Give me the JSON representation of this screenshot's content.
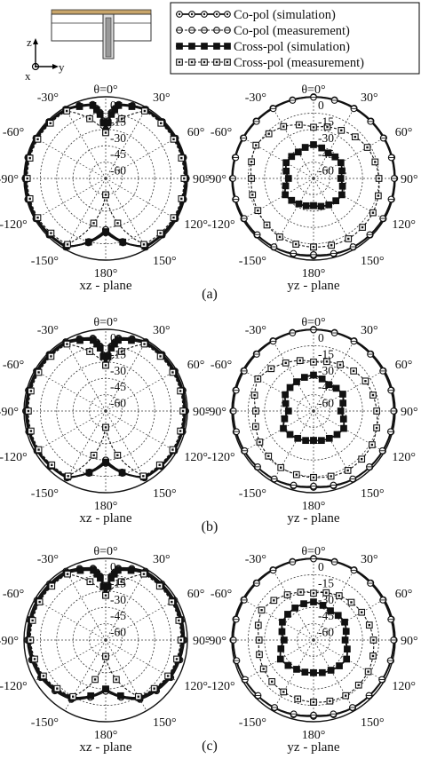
{
  "legend": {
    "entries": [
      {
        "label": "Co-pol (simulation)",
        "marker": "circle-filled"
      },
      {
        "label": "Co-pol (measurement)",
        "marker": "circle-open"
      },
      {
        "label": "Cross-pol (simulation)",
        "marker": "square-filled"
      },
      {
        "label": "Cross-pol (measurement)",
        "marker": "square-open"
      }
    ]
  },
  "inset": {
    "axis_z": "z",
    "axis_y": "y",
    "axis_x": "x"
  },
  "angle_labels": {
    "top": "θ=0°",
    "p30": "30°",
    "p60": "60°",
    "p90": "90°",
    "p120": "120°",
    "p150": "150°",
    "bottom": "180°",
    "m30": "-30°",
    "m60": "-60°",
    "m90": "-90°",
    "m120": "-120°",
    "m150": "-150°"
  },
  "radial_labels": [
    "0",
    "-15",
    "-30",
    "-45",
    "-60"
  ],
  "panels": [
    {
      "label": "(a)",
      "left_plane": "xz - plane",
      "right_plane": "yz - plane"
    },
    {
      "label": "(b)",
      "left_plane": "xz - plane",
      "right_plane": "yz - plane"
    },
    {
      "label": "(c)",
      "left_plane": "xz - plane",
      "right_plane": "yz - plane"
    }
  ],
  "chart_data": [
    {
      "type": "polar",
      "panel": "(a)",
      "plane": "xz - plane",
      "r_ticks": [
        0,
        -15,
        -30,
        -45,
        -60
      ],
      "r_range": [
        -75,
        0
      ],
      "theta_ticks_deg": [
        -150,
        -120,
        -90,
        -60,
        -30,
        0,
        30,
        60,
        90,
        120,
        150,
        180
      ],
      "series": [
        {
          "name": "Co-pol (simulation)",
          "theta": [
            -180,
            -150,
            -120,
            -90,
            -60,
            -30,
            -10,
            -5,
            0,
            5,
            10,
            30,
            60,
            90,
            120,
            150,
            180
          ],
          "r": [
            -28,
            -2,
            -1,
            -1,
            -1,
            -1.5,
            -6,
            -14,
            -30,
            -14,
            -6,
            -1.5,
            -1,
            -1,
            -1,
            -2,
            -28
          ]
        },
        {
          "name": "Co-pol (measurement)",
          "theta": [
            -180,
            -150,
            -120,
            -90,
            -60,
            -30,
            -10,
            -5,
            0,
            5,
            10,
            30,
            60,
            90,
            120,
            150,
            180
          ],
          "r": [
            -25,
            -2.5,
            -1.5,
            -1.5,
            -1.5,
            -2,
            -7,
            -15,
            -31,
            -15,
            -7,
            -2,
            -1.5,
            -1.5,
            -1.5,
            -2.5,
            -25
          ]
        },
        {
          "name": "Cross-pol (simulation)",
          "theta": [
            -180,
            -150,
            -120,
            -90,
            -60,
            -30,
            -10,
            -5,
            0,
            5,
            10,
            30,
            60,
            90,
            120,
            150,
            180
          ],
          "r": [
            -26,
            -3,
            -2,
            -2,
            -2,
            -2.5,
            -7,
            -16,
            -32,
            -16,
            -7,
            -2.5,
            -2,
            -2,
            -2,
            -3,
            -26
          ]
        },
        {
          "name": "Cross-pol (measurement)",
          "theta": [
            -180,
            -150,
            -120,
            -90,
            -60,
            -30,
            0,
            30,
            60,
            90,
            120,
            150,
            180
          ],
          "r": [
            -60,
            -5,
            -3,
            -3,
            -3,
            -3.5,
            -33,
            -3.5,
            -3,
            -3,
            -3,
            -5,
            -60
          ]
        }
      ]
    },
    {
      "type": "polar",
      "panel": "(a)",
      "plane": "yz - plane",
      "r_ticks": [
        0,
        -15,
        -30,
        -45,
        -60
      ],
      "r_range": [
        -75,
        0
      ],
      "theta_ticks_deg": [
        -150,
        -120,
        -90,
        -60,
        -30,
        0,
        30,
        60,
        90,
        120,
        150,
        180
      ],
      "series": [
        {
          "name": "Co-pol (simulation)",
          "theta": [
            -180,
            -150,
            -120,
            -90,
            -60,
            -30,
            0,
            30,
            60,
            90,
            120,
            150,
            180
          ],
          "r": [
            -4,
            -2,
            -1,
            -0.5,
            -0.5,
            -0.5,
            0,
            -0.5,
            -0.5,
            -0.5,
            -1,
            -2,
            -4
          ]
        },
        {
          "name": "Co-pol (measurement)",
          "theta": [
            -180,
            -150,
            -120,
            -90,
            -60,
            -30,
            0,
            30,
            60,
            90,
            120,
            150,
            180
          ],
          "r": [
            -5,
            -2.5,
            -1.5,
            -1,
            -1,
            -1,
            -0.5,
            -1,
            -1,
            -1,
            -1.5,
            -2.5,
            -5
          ]
        },
        {
          "name": "Cross-pol (simulation)",
          "theta": [
            -180,
            -150,
            -120,
            -90,
            -60,
            -30,
            0,
            30,
            60,
            90,
            120,
            150,
            180
          ],
          "r": [
            -50,
            -48,
            -45,
            -52,
            -46,
            -47,
            -44,
            -48,
            -46,
            -50,
            -45,
            -47,
            -50
          ]
        },
        {
          "name": "Cross-pol (measurement)",
          "theta": [
            -180,
            -150,
            -120,
            -90,
            -60,
            -30,
            0,
            30,
            60,
            90,
            120,
            150,
            180
          ],
          "r": [
            -12,
            -13,
            -16,
            -18,
            -14,
            -20,
            -28,
            -24,
            -18,
            -15,
            -12,
            -11,
            -12
          ]
        }
      ]
    },
    {
      "type": "polar",
      "panel": "(b)",
      "plane": "xz - plane",
      "r_ticks": [
        0,
        -15,
        -30,
        -45,
        -60
      ],
      "r_range": [
        -75,
        0
      ],
      "theta_ticks_deg": [
        -150,
        -120,
        -90,
        -60,
        -30,
        0,
        30,
        60,
        90,
        120,
        150,
        180
      ],
      "series": [
        {
          "name": "Co-pol (simulation)",
          "theta": [
            -180,
            -150,
            -120,
            -90,
            -60,
            -30,
            -10,
            -5,
            0,
            5,
            10,
            30,
            60,
            90,
            120,
            150,
            180
          ],
          "r": [
            -30,
            -4,
            -2,
            -1.5,
            -1.5,
            -1.5,
            -7,
            -15,
            -32,
            -15,
            -7,
            -1.5,
            -1.5,
            -1.5,
            -2,
            -4,
            -30
          ]
        },
        {
          "name": "Co-pol (measurement)",
          "theta": [
            -180,
            -150,
            -120,
            -90,
            -60,
            -30,
            -10,
            -5,
            0,
            5,
            10,
            30,
            60,
            90,
            120,
            150,
            180
          ],
          "r": [
            -27,
            -4.5,
            -2.5,
            -2,
            -2,
            -2,
            -8,
            -16,
            -32,
            -16,
            -8,
            -2,
            -2,
            -2,
            -2.5,
            -4.5,
            -27
          ]
        },
        {
          "name": "Cross-pol (simulation)",
          "theta": [
            -180,
            -150,
            -120,
            -90,
            -60,
            -30,
            -10,
            -5,
            0,
            5,
            10,
            30,
            60,
            90,
            120,
            150,
            180
          ],
          "r": [
            -28,
            -5,
            -3,
            -3,
            -3,
            -3,
            -9,
            -17,
            -33,
            -17,
            -9,
            -3,
            -3,
            -3,
            -3,
            -5,
            -28
          ]
        },
        {
          "name": "Cross-pol (measurement)",
          "theta": [
            -180,
            -150,
            -120,
            -90,
            -60,
            -30,
            0,
            30,
            60,
            90,
            120,
            150,
            180
          ],
          "r": [
            -60,
            -6,
            -4,
            -4,
            -4,
            -4,
            -33,
            -4,
            -4,
            -4,
            -4,
            -6,
            -60
          ]
        }
      ]
    },
    {
      "type": "polar",
      "panel": "(b)",
      "plane": "yz - plane",
      "r_ticks": [
        0,
        -15,
        -30,
        -45,
        -60
      ],
      "r_range": [
        -75,
        0
      ],
      "theta_ticks_deg": [
        -150,
        -120,
        -90,
        -60,
        -30,
        0,
        30,
        60,
        90,
        120,
        150,
        180
      ],
      "series": [
        {
          "name": "Co-pol (simulation)",
          "theta": [
            -180,
            -150,
            -120,
            -90,
            -60,
            -30,
            0,
            30,
            60,
            90,
            120,
            150,
            180
          ],
          "r": [
            -5,
            -2.5,
            -1.5,
            -1,
            -1,
            -0.5,
            0,
            -0.5,
            -1,
            -1,
            -1.5,
            -2.5,
            -5
          ]
        },
        {
          "name": "Co-pol (measurement)",
          "theta": [
            -180,
            -150,
            -120,
            -90,
            -60,
            -30,
            0,
            30,
            60,
            90,
            120,
            150,
            180
          ],
          "r": [
            -6,
            -3,
            -2,
            -1.5,
            -1.5,
            -1,
            -0.5,
            -1,
            -1.5,
            -1.5,
            -2,
            -3,
            -6
          ]
        },
        {
          "name": "Cross-pol (simulation)",
          "theta": [
            -180,
            -150,
            -120,
            -90,
            -60,
            -30,
            0,
            30,
            60,
            90,
            120,
            150,
            180
          ],
          "r": [
            -48,
            -46,
            -43,
            -52,
            -45,
            -44,
            -42,
            -47,
            -44,
            -50,
            -43,
            -46,
            -48
          ]
        },
        {
          "name": "Cross-pol (measurement)",
          "theta": [
            -180,
            -150,
            -120,
            -90,
            -60,
            -30,
            0,
            30,
            60,
            90,
            120,
            150,
            180
          ],
          "r": [
            -14,
            -15,
            -18,
            -22,
            -16,
            -24,
            -30,
            -26,
            -20,
            -17,
            -13,
            -12,
            -14
          ]
        }
      ]
    },
    {
      "type": "polar",
      "panel": "(c)",
      "plane": "xz - plane",
      "r_ticks": [
        0,
        -15,
        -30,
        -45,
        -60
      ],
      "r_range": [
        -75,
        0
      ],
      "theta_ticks_deg": [
        -150,
        -120,
        -90,
        -60,
        -30,
        0,
        30,
        60,
        90,
        120,
        150,
        180
      ],
      "series": [
        {
          "name": "Co-pol (simulation)",
          "theta": [
            -180,
            -150,
            -120,
            -90,
            -60,
            -30,
            -10,
            -5,
            0,
            5,
            10,
            30,
            60,
            90,
            120,
            150,
            180
          ],
          "r": [
            -30,
            -12,
            -6,
            -3,
            -2,
            -2,
            -8,
            -16,
            -33,
            -16,
            -8,
            -2,
            -2,
            -3,
            -6,
            -12,
            -30
          ]
        },
        {
          "name": "Co-pol (measurement)",
          "theta": [
            -180,
            -150,
            -120,
            -90,
            -60,
            -30,
            -10,
            -5,
            0,
            5,
            10,
            30,
            60,
            90,
            120,
            150,
            180
          ],
          "r": [
            -28,
            -13,
            -7,
            -4,
            -3,
            -3,
            -9,
            -17,
            -33,
            -17,
            -9,
            -3,
            -3,
            -4,
            -7,
            -13,
            -28
          ]
        },
        {
          "name": "Cross-pol (simulation)",
          "theta": [
            -180,
            -150,
            -120,
            -90,
            -60,
            -30,
            -10,
            -5,
            0,
            5,
            10,
            30,
            60,
            90,
            120,
            150,
            180
          ],
          "r": [
            -30,
            -14,
            -8,
            -5,
            -4,
            -4,
            -10,
            -18,
            -34,
            -18,
            -10,
            -4,
            -4,
            -5,
            -8,
            -14,
            -30
          ]
        },
        {
          "name": "Cross-pol (measurement)",
          "theta": [
            -180,
            -150,
            -120,
            -90,
            -60,
            -30,
            0,
            30,
            60,
            90,
            120,
            150,
            180
          ],
          "r": [
            -60,
            -15,
            -9,
            -6,
            -5,
            -5,
            -34,
            -5,
            -5,
            -6,
            -9,
            -15,
            -60
          ]
        }
      ]
    },
    {
      "type": "polar",
      "panel": "(c)",
      "plane": "yz - plane",
      "r_ticks": [
        0,
        -15,
        -30,
        -45,
        -60
      ],
      "r_range": [
        -75,
        0
      ],
      "theta_ticks_deg": [
        -150,
        -120,
        -90,
        -60,
        -30,
        0,
        30,
        60,
        90,
        120,
        150,
        180
      ],
      "series": [
        {
          "name": "Co-pol (simulation)",
          "theta": [
            -180,
            -150,
            -120,
            -90,
            -60,
            -30,
            0,
            30,
            60,
            90,
            120,
            150,
            180
          ],
          "r": [
            -5,
            -3,
            -2,
            -1,
            -1,
            -0.5,
            0,
            -0.5,
            -1,
            -1,
            -2,
            -3,
            -5
          ]
        },
        {
          "name": "Co-pol (measurement)",
          "theta": [
            -180,
            -150,
            -120,
            -90,
            -60,
            -30,
            0,
            30,
            60,
            90,
            120,
            150,
            180
          ],
          "r": [
            -6,
            -3.5,
            -2.5,
            -1.5,
            -1.5,
            -1,
            -0.5,
            -1,
            -1.5,
            -1.5,
            -2.5,
            -3.5,
            -6
          ]
        },
        {
          "name": "Cross-pol (simulation)",
          "theta": [
            -180,
            -150,
            -120,
            -90,
            -60,
            -30,
            0,
            30,
            60,
            90,
            120,
            150,
            180
          ],
          "r": [
            -45,
            -44,
            -40,
            -48,
            -42,
            -41,
            -40,
            -44,
            -42,
            -46,
            -40,
            -43,
            -45
          ]
        },
        {
          "name": "Cross-pol (measurement)",
          "theta": [
            -180,
            -150,
            -120,
            -90,
            -60,
            -30,
            0,
            30,
            60,
            90,
            120,
            150,
            180
          ],
          "r": [
            -18,
            -20,
            -22,
            -25,
            -20,
            -27,
            -32,
            -28,
            -24,
            -20,
            -17,
            -16,
            -18
          ]
        }
      ]
    }
  ]
}
